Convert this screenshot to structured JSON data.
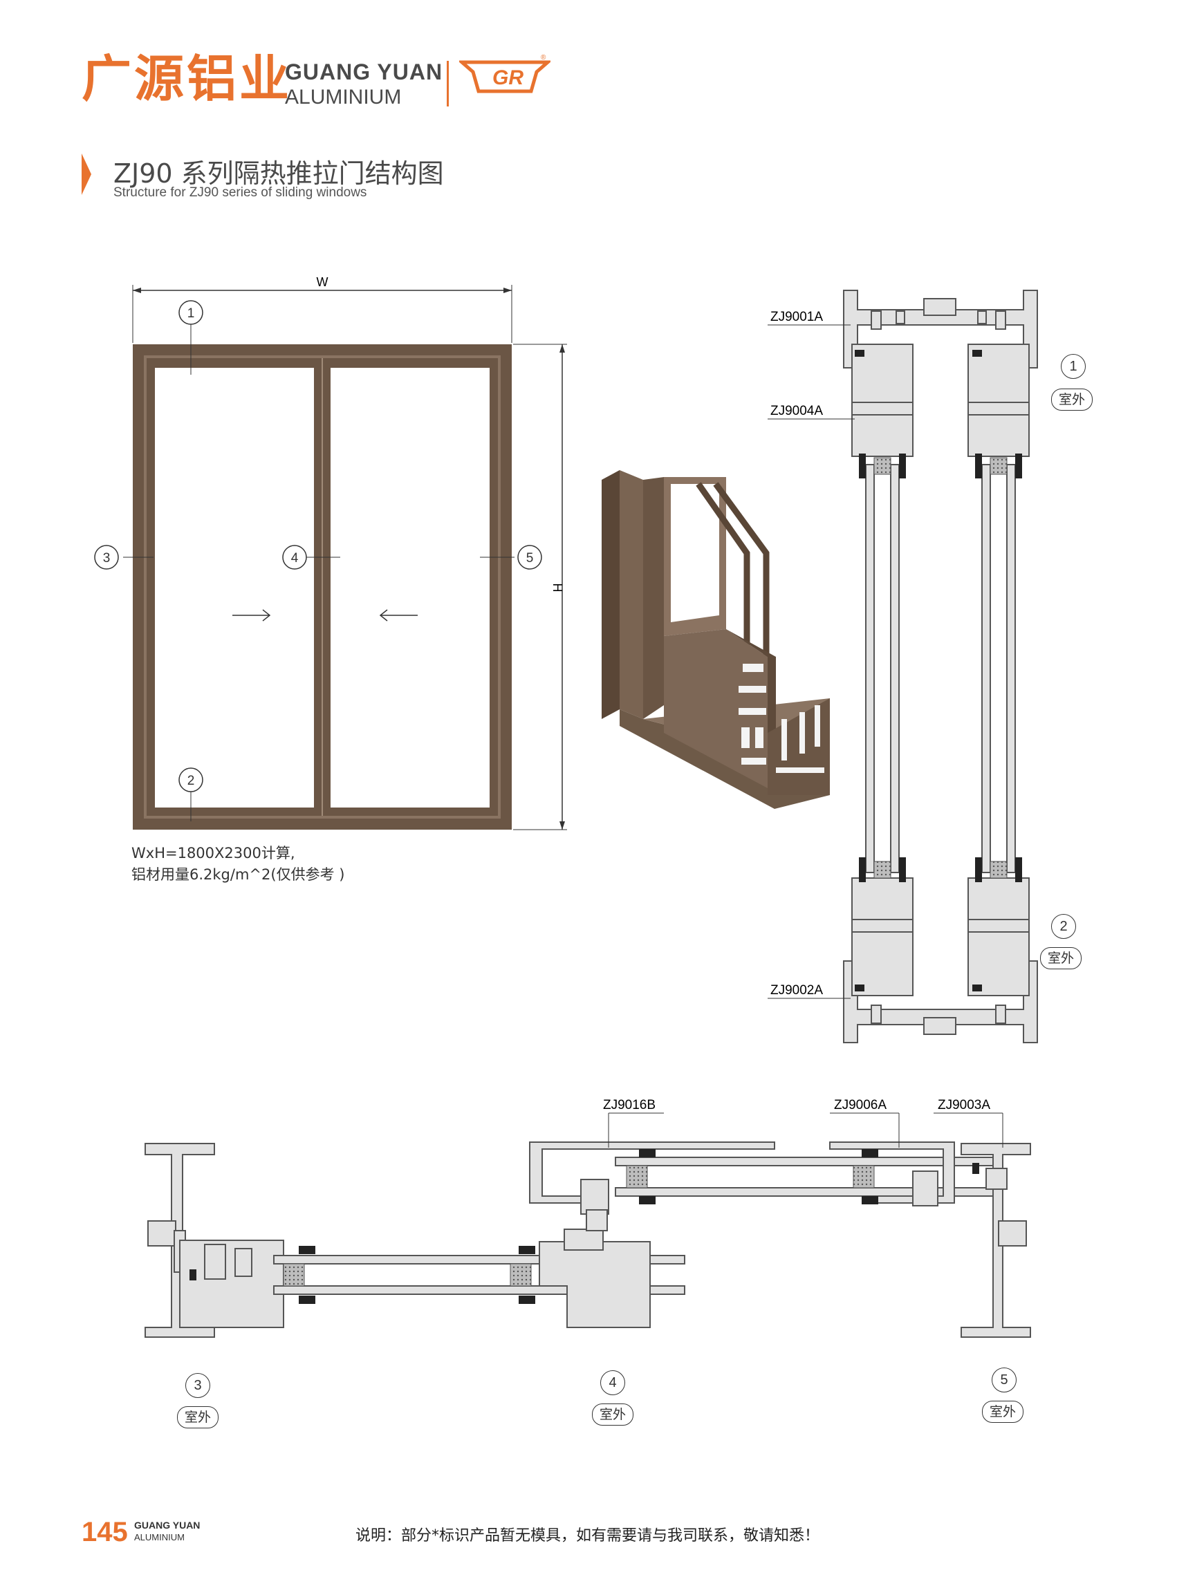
{
  "header": {
    "brand_cn": "广源铝业",
    "brand_en_line1": "GUANG YUAN",
    "brand_en_line2": "ALUMINIUM",
    "logo_text": "GR",
    "title_cn": "ZJ90 系列隔热推拉门结构图",
    "title_en": "Structure for ZJ90 series of sliding windows"
  },
  "elevation": {
    "width_label": "W",
    "height_label": "H",
    "callouts": [
      "1",
      "2",
      "3",
      "4",
      "5"
    ],
    "note_line1": "WxH=1800X2300计算,",
    "note_line2": "铝材用量6.2kg/m^2(仅供参考 )"
  },
  "vertical_section": {
    "labels": [
      "ZJ9001A",
      "ZJ9004A",
      "ZJ9002A"
    ],
    "callout_top": "1",
    "callout_bottom": "2",
    "outside_label": "室外"
  },
  "horizontal_section": {
    "labels": [
      "ZJ9016B",
      "ZJ9006A",
      "ZJ9003A"
    ],
    "callouts": [
      "3",
      "4",
      "5"
    ],
    "outside_label": "室外"
  },
  "footer": {
    "page_number": "145",
    "brand_line1": "GUANG YUAN",
    "brand_line2": "ALUMINIUM",
    "note": "说明：部分*标识产品暂无模具，如有需要请与我司联系，敬请知悉！"
  },
  "colors": {
    "accent": "#e8722e",
    "frame_bronze": "#6b5645",
    "frame_inner": "#8a7462",
    "profile_fill": "#d9d9d9"
  }
}
